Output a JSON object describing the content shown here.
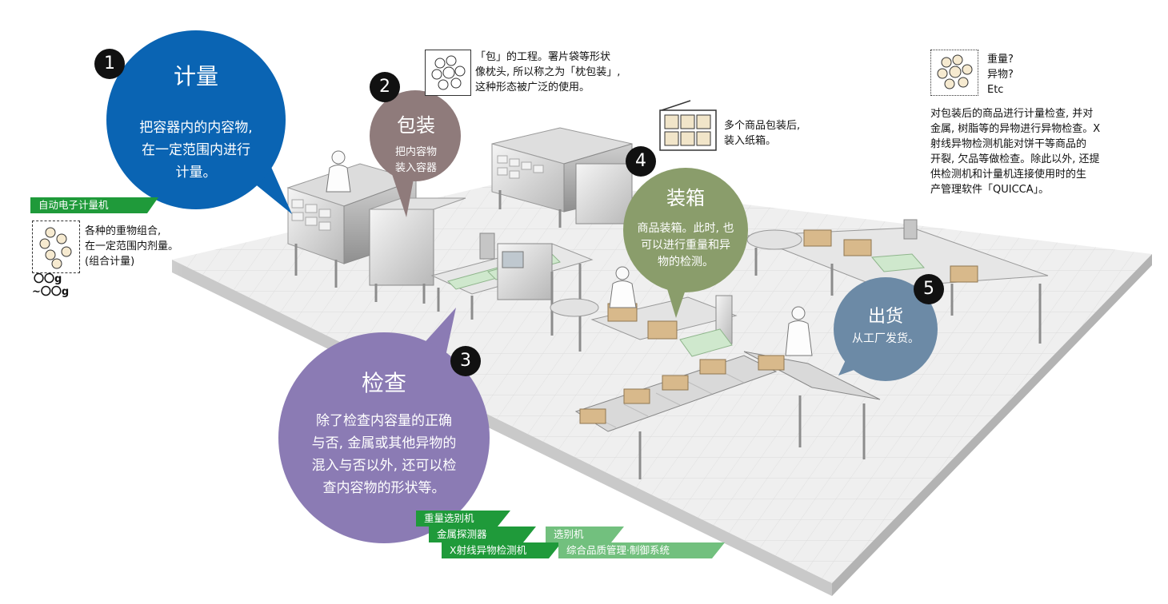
{
  "steps": [
    {
      "num": "1",
      "title": "计量",
      "lines": [
        "把容器内的内容物,",
        "在一定范围内进行",
        "计量。"
      ]
    },
    {
      "num": "2",
      "title": "包装",
      "lines": [
        "把内容物",
        "装入容器"
      ]
    },
    {
      "num": "3",
      "title": "检查",
      "lines": [
        "除了检查内容量的正确",
        "与否, 金属或其他异物的",
        "混入与否以外, 还可以检",
        "查内容物的形状等。"
      ]
    },
    {
      "num": "4",
      "title": "装箱",
      "lines": [
        "商品装箱。此时, 也",
        "可以进行重量和异",
        "物的检测。"
      ]
    },
    {
      "num": "5",
      "title": "出货",
      "lines": [
        "从工厂发货。"
      ]
    }
  ],
  "notes": {
    "pillow": [
      "「包」的工程。署片袋等形状",
      "像枕头, 所以称之为「枕包装」,",
      "这种形态被广泛的使用。"
    ],
    "casebox": [
      "多个商品包装后,",
      "装入纸箱。"
    ],
    "questions": [
      "重量?",
      "异物?",
      "Etc"
    ],
    "inspection": [
      "对包装后的商品进行计量检查, 并对",
      "金属, 树脂等的异物进行异物检查。X",
      "射线异物检测机能对饼干等商品的",
      "开裂, 欠品等做检查。除此以外, 还提",
      "供检测机和计量机连接使用时的生",
      "产管理软件「QUICCA」。"
    ],
    "combination": [
      "各种的重物组合,",
      "在一定范围内剂量。",
      "(组合计量)"
    ],
    "range": [
      "〇〇g",
      "~〇〇g"
    ]
  },
  "tags": {
    "auto_weigher": "自动电子计量机",
    "checkweigher": "重量选别机",
    "metal_detector": "金属探测器",
    "xray": "X射线异物检测机",
    "sorter": "选别机",
    "quality_mgmt": "综合品质管理·制御系统"
  },
  "colors": {
    "step1": "#0a64b3",
    "step2": "#8f7b7b",
    "step3": "#8b7bb4",
    "step4": "#8a9d6b",
    "step5": "#6c8aa6",
    "tag_green": "#1f9a3a",
    "tag_light_green": "#72c07e"
  }
}
